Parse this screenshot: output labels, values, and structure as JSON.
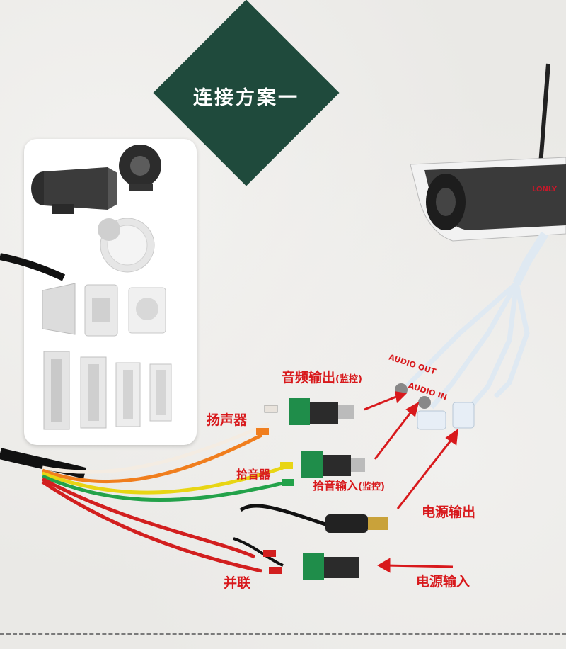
{
  "banner": {
    "title": "连接方案一"
  },
  "camera": {
    "brand": "LONLY"
  },
  "labels": {
    "audio_out_main": "音频输出",
    "audio_out_suffix": "(监控)",
    "audio_out_tag": "AUDIO OUT",
    "audio_in_tag": "AUDIO IN",
    "speaker": "扬声器",
    "pickup": "拾音器",
    "pickup_in_main": "拾音输入",
    "pickup_in_suffix": "(监控)",
    "power_out": "电源输出",
    "power_in": "电源输入",
    "parallel": "并联"
  },
  "colors": {
    "banner": "#1f4a3c",
    "accent": "#d8191c"
  }
}
